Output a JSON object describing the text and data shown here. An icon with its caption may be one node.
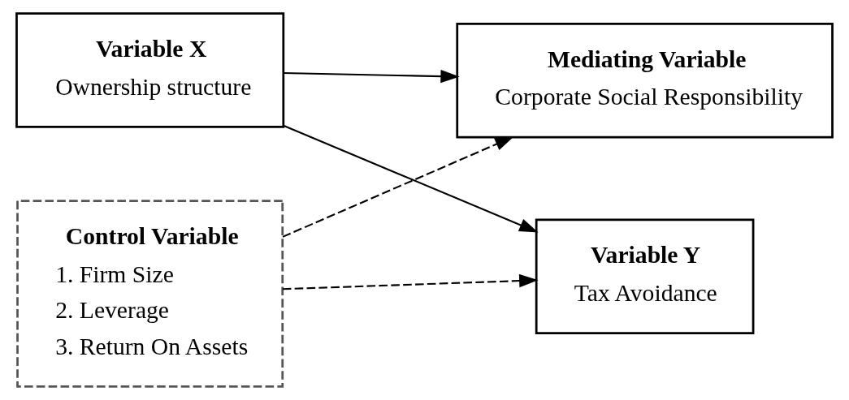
{
  "diagram": {
    "nodes": [
      {
        "text": [
          "Variable X",
          "Ownership structure"
        ]
      },
      {
        "text": [
          "Mediating Variable",
          "Corporate Social Responsibility"
        ]
      },
      {
        "text": [
          "Variable Y",
          "Tax Avoidance"
        ]
      },
      {
        "text": [
          "Control Variable",
          "1. Firm Size",
          "2. Leverage",
          "3. Return On Assets"
        ]
      }
    ],
    "edges": [
      {
        "from": 0,
        "to": 1,
        "arrow": "to"
      },
      {
        "from": 0,
        "to": 2,
        "arrow": "to"
      },
      {
        "from": 3,
        "to": 1,
        "arrow": "to",
        "style": "dashed"
      },
      {
        "from": 3,
        "to": 2,
        "arrow": "to",
        "style": "dashed"
      }
    ]
  }
}
